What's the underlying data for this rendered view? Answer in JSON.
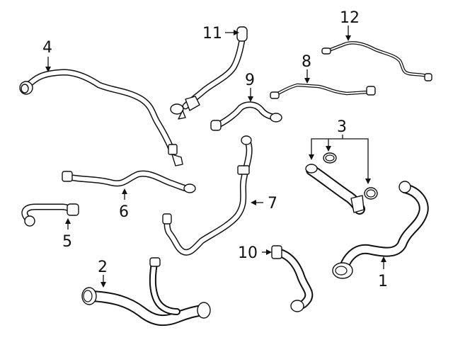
{
  "callouts": {
    "c1": "1",
    "c2": "2",
    "c3": "3",
    "c4": "4",
    "c5": "5",
    "c6": "6",
    "c7": "7",
    "c8": "8",
    "c9": "9",
    "c10": "10",
    "c11": "11",
    "c12": "12"
  },
  "style": {
    "line_color": "#111111",
    "background": "#ffffff"
  }
}
